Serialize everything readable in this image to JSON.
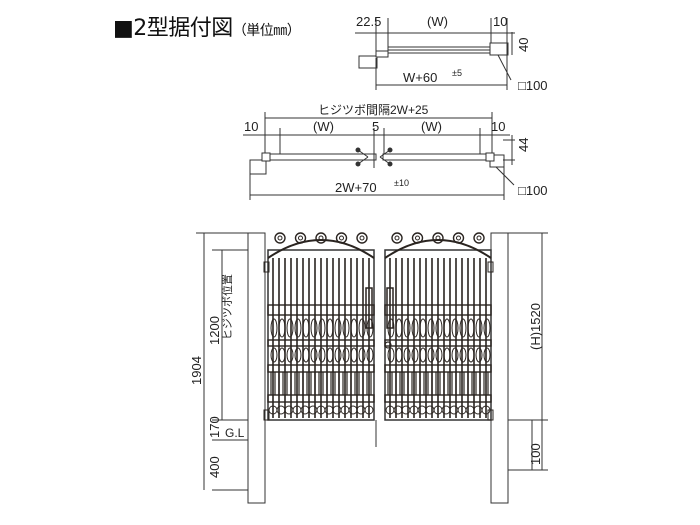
{
  "title": {
    "main": "■2型据付図",
    "unit": "（単位㎜）"
  },
  "plan_top": {
    "dim_left": "22.5",
    "dim_w": "(W)",
    "dim_right": "10",
    "dim_depth": "40",
    "dim_total": "W+60",
    "tol_total": "±5",
    "post_size": "□100"
  },
  "plan_double": {
    "pivot_spacing": "ヒジツボ間隔2W+25",
    "dim_left": "10",
    "dim_w_left": "(W)",
    "dim_center": "5",
    "dim_w_right": "(W)",
    "dim_right": "10",
    "dim_depth": "44",
    "dim_total": "2W+70",
    "tol_total": "±10",
    "post_size": "□100"
  },
  "elevation": {
    "dim_total_height": "1904",
    "dim_pivot": "1200",
    "pivot_label": "ヒジツボ位置",
    "dim_clearance": "170",
    "ground_label": "G.L",
    "dim_embed": "400",
    "dim_gate_height": "(H)1520",
    "dim_foot": "100"
  }
}
